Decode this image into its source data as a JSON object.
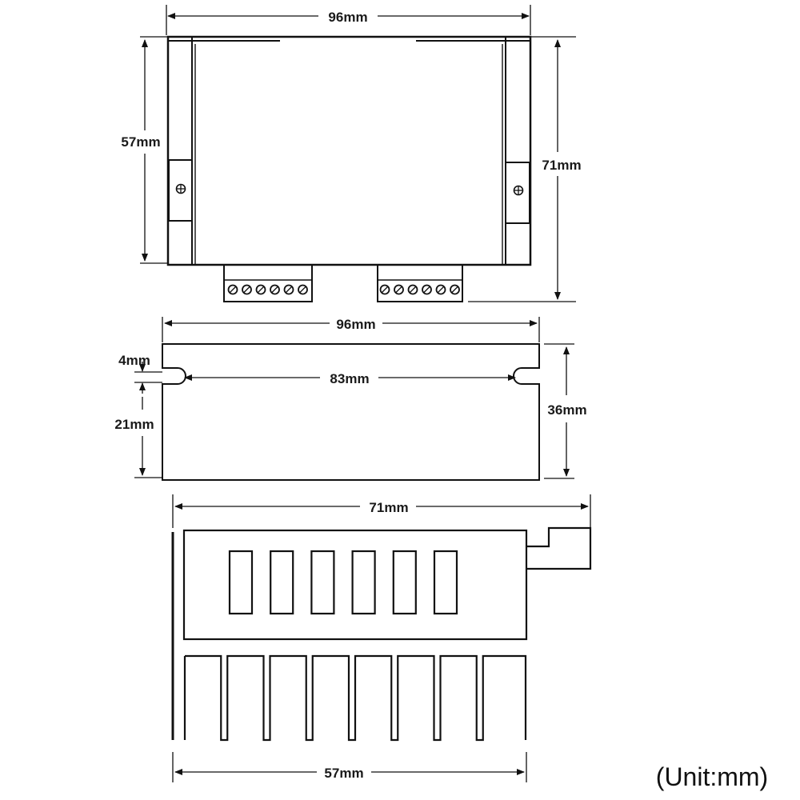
{
  "top_view": {
    "width_label": "96mm",
    "inner_height_label": "57mm",
    "total_height_label": "71mm"
  },
  "side_view": {
    "width_label": "96mm",
    "slot_offset_label": "4mm",
    "slot_spacing_label": "83mm",
    "slot_height_label": "21mm",
    "height_label": "36mm"
  },
  "end_view": {
    "total_width_label": "71mm",
    "base_width_label": "57mm",
    "window_count": 6,
    "fin_count": 8
  },
  "unit_note": "(Unit:mm)",
  "colors": {
    "line": "#111111",
    "background": "#ffffff"
  }
}
